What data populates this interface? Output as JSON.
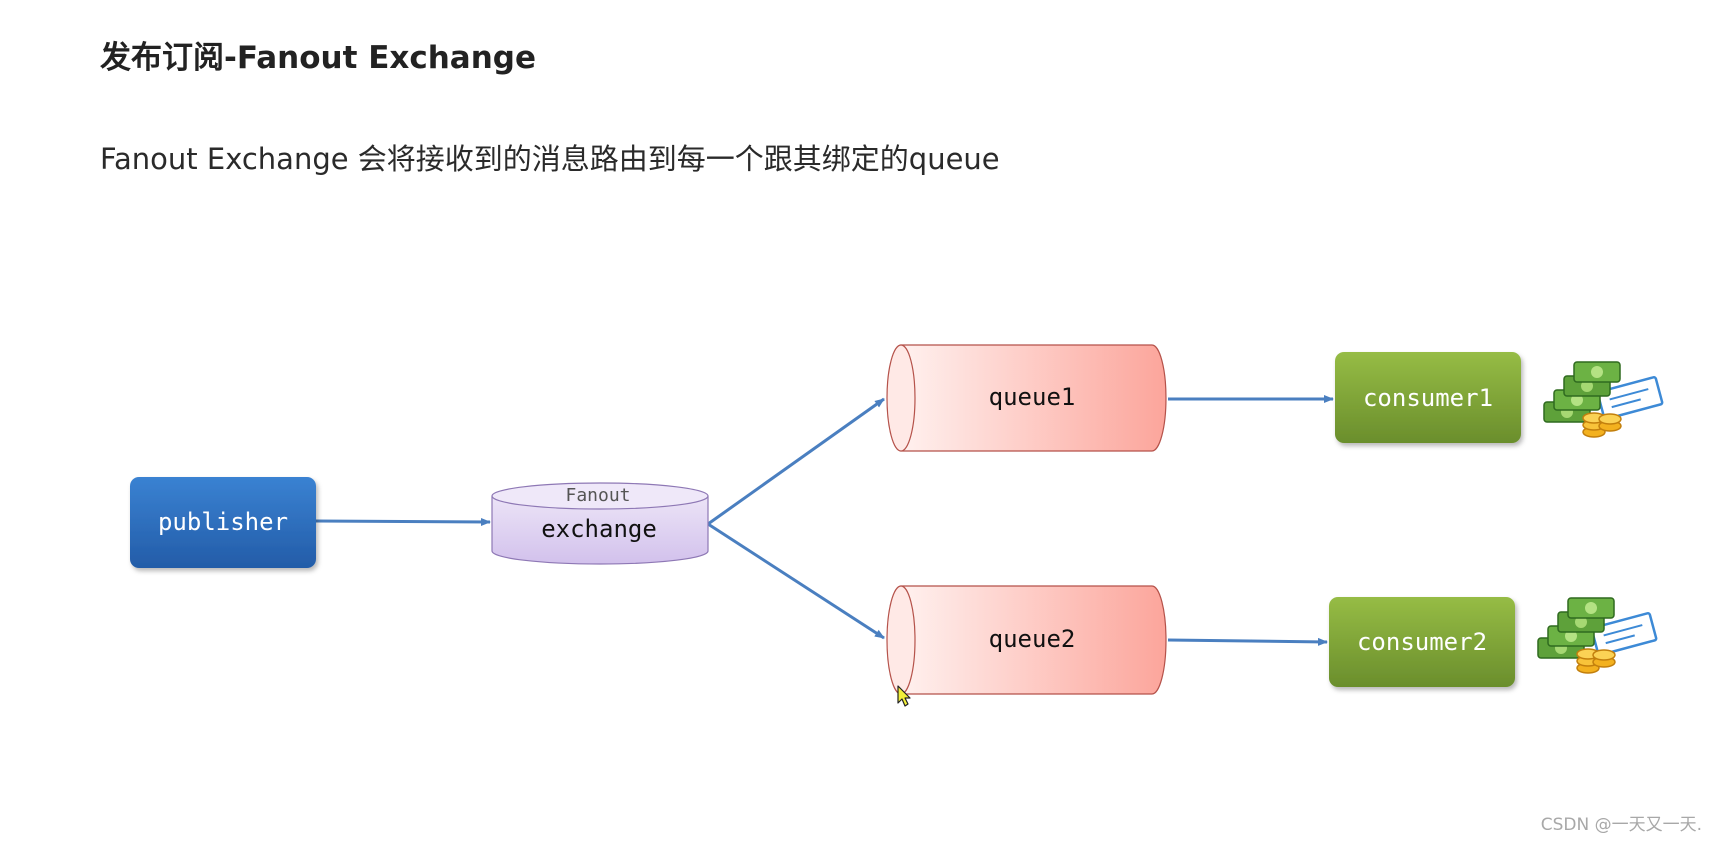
{
  "title": "发布订阅-Fanout Exchange",
  "subtitle": "Fanout Exchange 会将接收到的消息路由到每一个跟其绑定的queue",
  "nodes": {
    "publisher": "publisher",
    "exchange_type": "Fanout",
    "exchange": "exchange",
    "queue1": "queue1",
    "queue2": "queue2",
    "consumer1": "consumer1",
    "consumer2": "consumer2"
  },
  "icons": {
    "money": "money-stack-icon",
    "cursor": "mouse-cursor-icon"
  },
  "colors": {
    "publisher": "#2f6fbf",
    "exchange": "#ddd0ef",
    "queue": "#fca59b",
    "consumer": "#7ea33a",
    "arrow": "#4a7fc0"
  },
  "watermark": "CSDN @一天又一天."
}
